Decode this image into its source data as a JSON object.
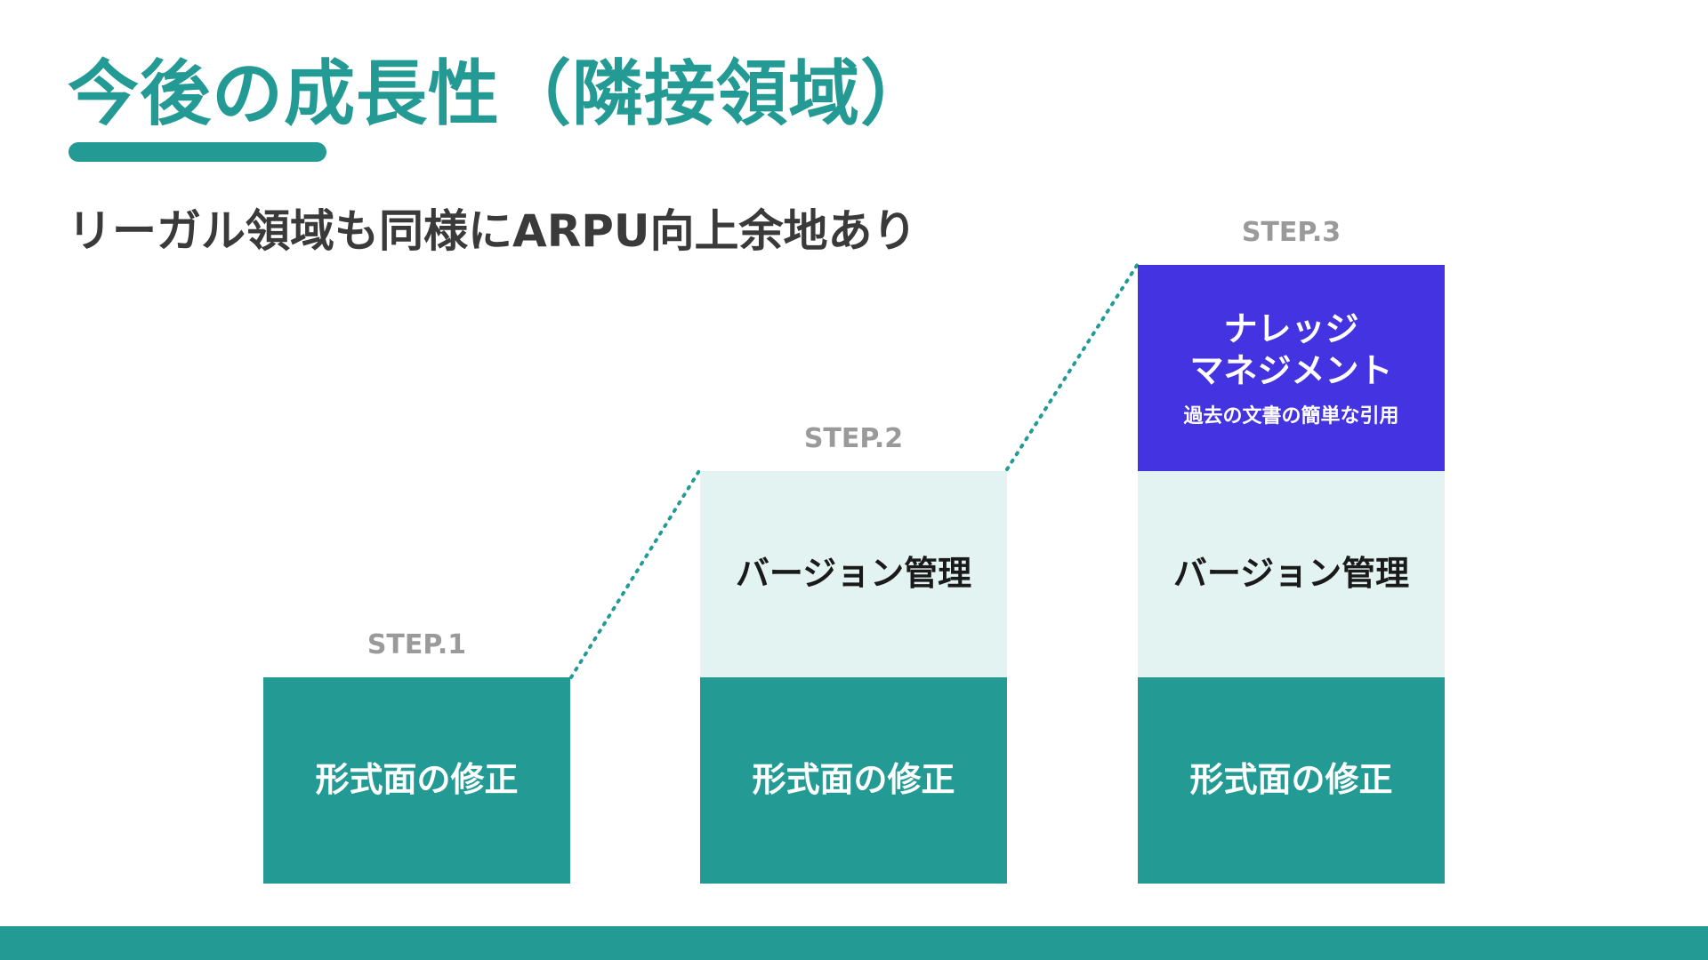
{
  "title": "今後の成長性（隣接領域）",
  "subtitle": "リーガル領域も同様にARPU向上余地あり",
  "colors": {
    "accent": "#239b94",
    "light": "#e3f3f2",
    "knowledge": "#4433e0",
    "step_label": "#9a9a9a",
    "dark_text": "#1a1a1a",
    "white_text": "#ffffff"
  },
  "steps": [
    {
      "label": "STEP.1",
      "blocks": [
        {
          "text": "形式面の修正",
          "type": "accent"
        }
      ]
    },
    {
      "label": "STEP.2",
      "blocks": [
        {
          "text": "バージョン管理",
          "type": "light"
        },
        {
          "text": "形式面の修正",
          "type": "accent"
        }
      ]
    },
    {
      "label": "STEP.3",
      "blocks": [
        {
          "text": "ナレッジ\nマネジメント",
          "sub": "過去の文書の簡単な引用",
          "type": "knowledge"
        },
        {
          "text": "バージョン管理",
          "type": "light"
        },
        {
          "text": "形式面の修正",
          "type": "accent"
        }
      ]
    }
  ]
}
